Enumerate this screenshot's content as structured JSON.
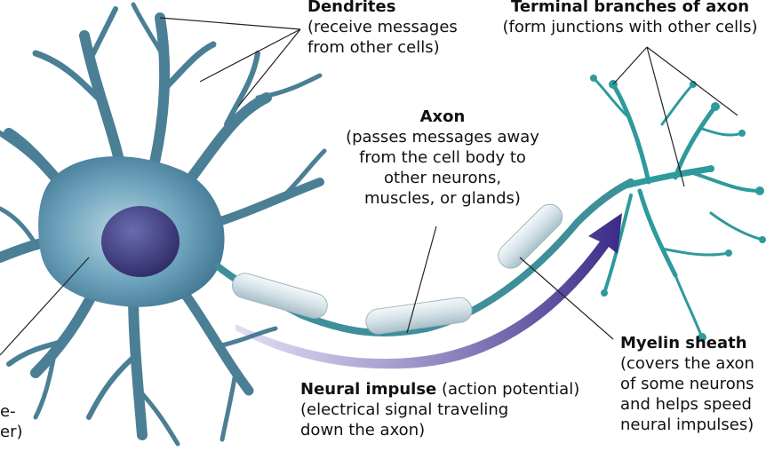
{
  "labels": {
    "dendrites": {
      "title": "Dendrites",
      "line1": "(receive messages",
      "line2": "from other cells)"
    },
    "terminal": {
      "title": "Terminal branches of axon",
      "line1": "(form junctions with other cells)"
    },
    "axon": {
      "title": "Axon",
      "line1": "(passes messages away",
      "line2": "from the cell body to",
      "line3": "other neurons,",
      "line4": "muscles, or glands)"
    },
    "myelin": {
      "title": "Myelin sheath",
      "line1": "(covers the axon",
      "line2": "of some neurons",
      "line3": "and helps speed",
      "line4": "neural impulses)"
    },
    "impulse": {
      "title": "Neural impulse",
      "title_rest": " (action potential)",
      "line1": "(electrical signal traveling",
      "line2": "down the axon)"
    },
    "cellbody_partial": {
      "line1": "e-",
      "line2": "er)"
    }
  },
  "colors": {
    "dendrite_dark": "#3d6f86",
    "dendrite_light": "#8fc3d4",
    "terminal": "#2e9a9c",
    "nucleus": "#3e3a7a",
    "myelin": "#d7e3e8",
    "impulse_arrow": "#3b2a86"
  }
}
